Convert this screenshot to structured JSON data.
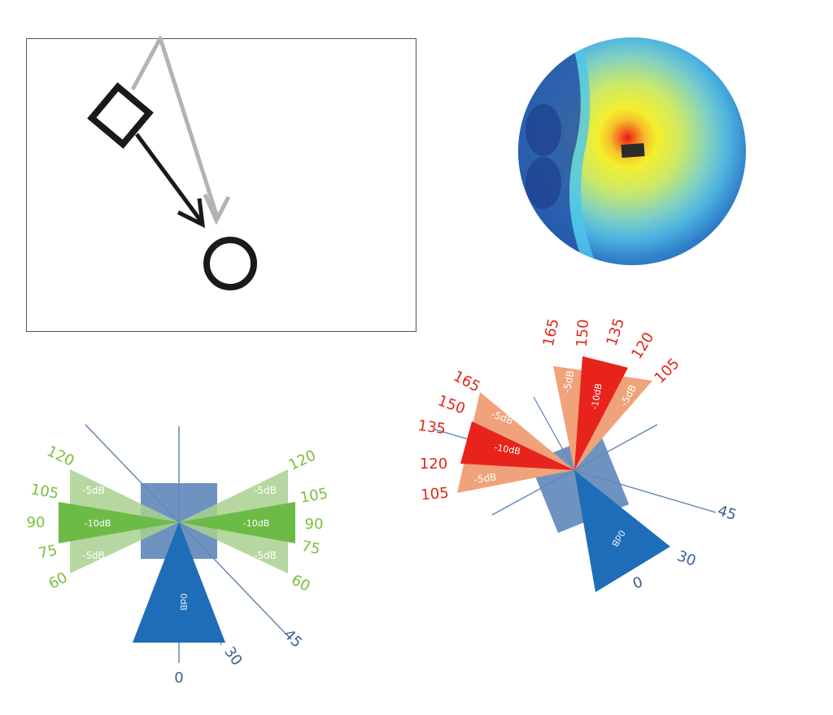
{
  "colors": {
    "frame": "#555555",
    "direct_path": "#1a1a1a",
    "reflected_path": "#b3b3b3",
    "blue_axis": "#5b7fb0",
    "blue_box": "#5f87b9",
    "blue_cone": "#1f6db8",
    "green_light": "#a9d08e",
    "green_dark": "#6cbb47",
    "green_text": "#7cbf3c",
    "salmon": "#f0a27a",
    "red": "#e8231c",
    "red_text": "#e0261c",
    "blue_text": "#3c5f8f"
  },
  "icons": {
    "source": "square-source-icon",
    "receiver": "circle-receiver-icon"
  },
  "green_pattern": {
    "left_labels": [
      "120",
      "105",
      "90",
      "75",
      "60"
    ],
    "right_labels": [
      "120",
      "105",
      "90",
      "75",
      "60"
    ],
    "bottom_labels": [
      "0",
      "30",
      "45"
    ],
    "cone_labels": {
      "upper": "-5dB",
      "middle": "-10dB",
      "lower": "-5dB",
      "center": "0dB"
    }
  },
  "red_pattern": {
    "top_labels": [
      "165",
      "150",
      "135",
      "120",
      "105"
    ],
    "left_labels": [
      "165",
      "150",
      "135",
      "120",
      "105"
    ],
    "blue_labels": [
      "0",
      "30",
      "45"
    ],
    "cone_labels": {
      "top_left": "-5dB",
      "top_center": "-10dB",
      "top_right": "-5dB",
      "left_upper": "-5dB",
      "left_center": "-10dB",
      "left_lower": "-5dB",
      "center": "0dB"
    }
  }
}
